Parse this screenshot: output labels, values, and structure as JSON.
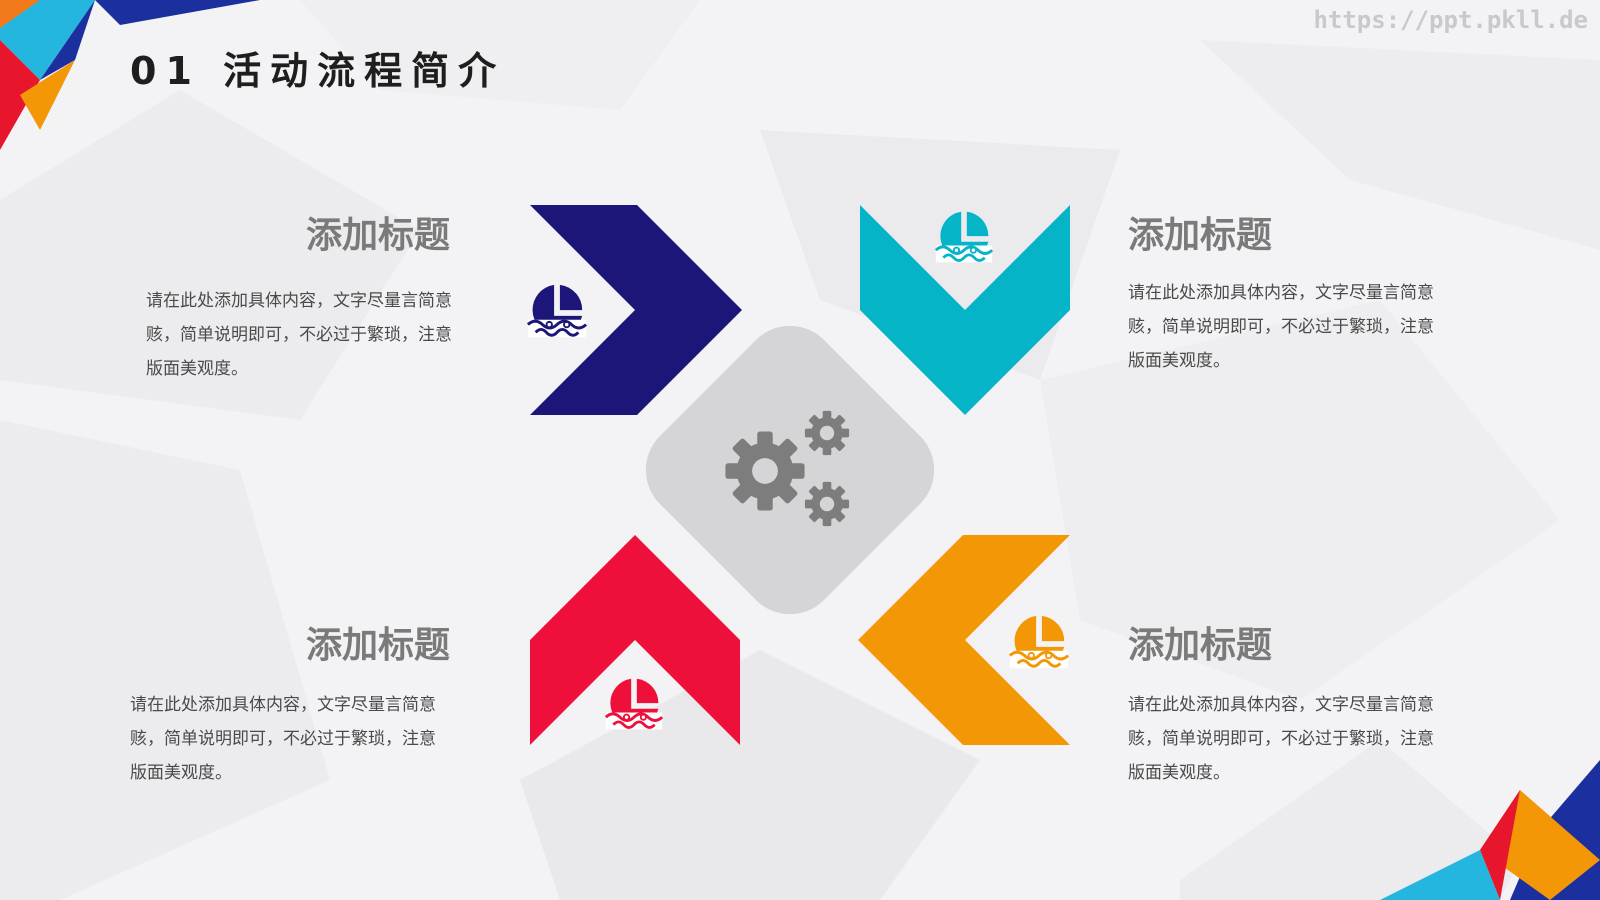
{
  "slide": {
    "title": "01 活动流程简介",
    "watermark": "https://ppt.pkll.de"
  },
  "sections": [
    {
      "heading": "添加标题",
      "body": "请在此处添加具体内容，文字尽量言简意赅，简单说明即可，不必过于繁琐，注意版面美观度。",
      "color": "#1c1679",
      "icon": "pie-chart-wave-icon"
    },
    {
      "heading": "添加标题",
      "body": "请在此处添加具体内容，文字尽量言简意赅，简单说明即可，不必过于繁琐，注意版面美观度。",
      "color": "#05b4c7",
      "icon": "pie-chart-wave-icon"
    },
    {
      "heading": "添加标题",
      "body": "请在此处添加具体内容，文字尽量言简意赅，简单说明即可，不必过于繁琐，注意版面美观度。",
      "color": "#ee0f3b",
      "icon": "pie-chart-wave-icon"
    },
    {
      "heading": "添加标题",
      "body": "请在此处添加具体内容，文字尽量言简意赅，简单说明即可，不必过于繁琐，注意版面美观度。",
      "color": "#f39707",
      "icon": "pie-chart-wave-icon"
    }
  ],
  "center": {
    "icon": "gears-icon",
    "color": "#d5d5d7"
  }
}
